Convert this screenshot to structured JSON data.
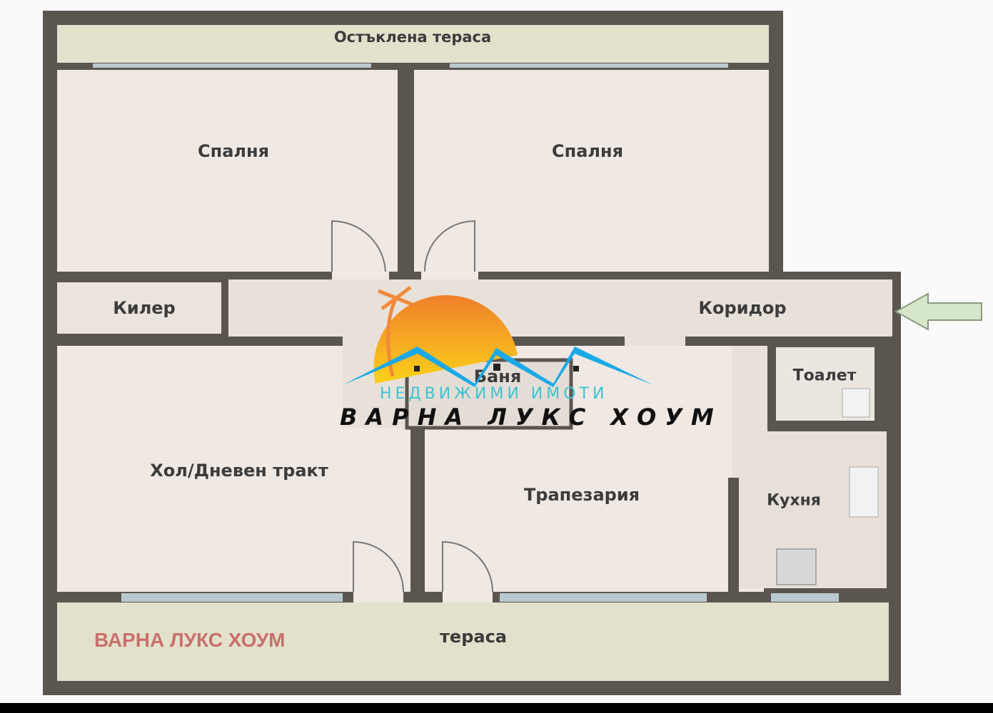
{
  "rooms": {
    "glazed_terrace": "Остъклена тераса",
    "bedroom_1": "Спалня",
    "bedroom_2": "Спалня",
    "pantry": "Килер",
    "corridor": "Коридор",
    "bathroom": "Баня",
    "toilet": "Тоалет",
    "living_room": "Хол/Дневен тракт",
    "dining_room": "Трапезария",
    "kitchen": "Кухня",
    "terrace": "тераса"
  },
  "logo": {
    "subtitle": "НЕДВИЖИМИ ИМОТИ",
    "name": "ВАРНА ЛУКС ХОУМ"
  },
  "watermark": "ВАРНА ЛУКС ХОУМ",
  "entrance_arrow": "arrow-left-icon",
  "colors": {
    "wall": "#5b5550",
    "floor": "#efe8e3",
    "terrace": "#e3e1cc",
    "arrow": "#d6e6c8",
    "logo_sun": "#f39a2a",
    "logo_roof": "#1aa9e6"
  }
}
